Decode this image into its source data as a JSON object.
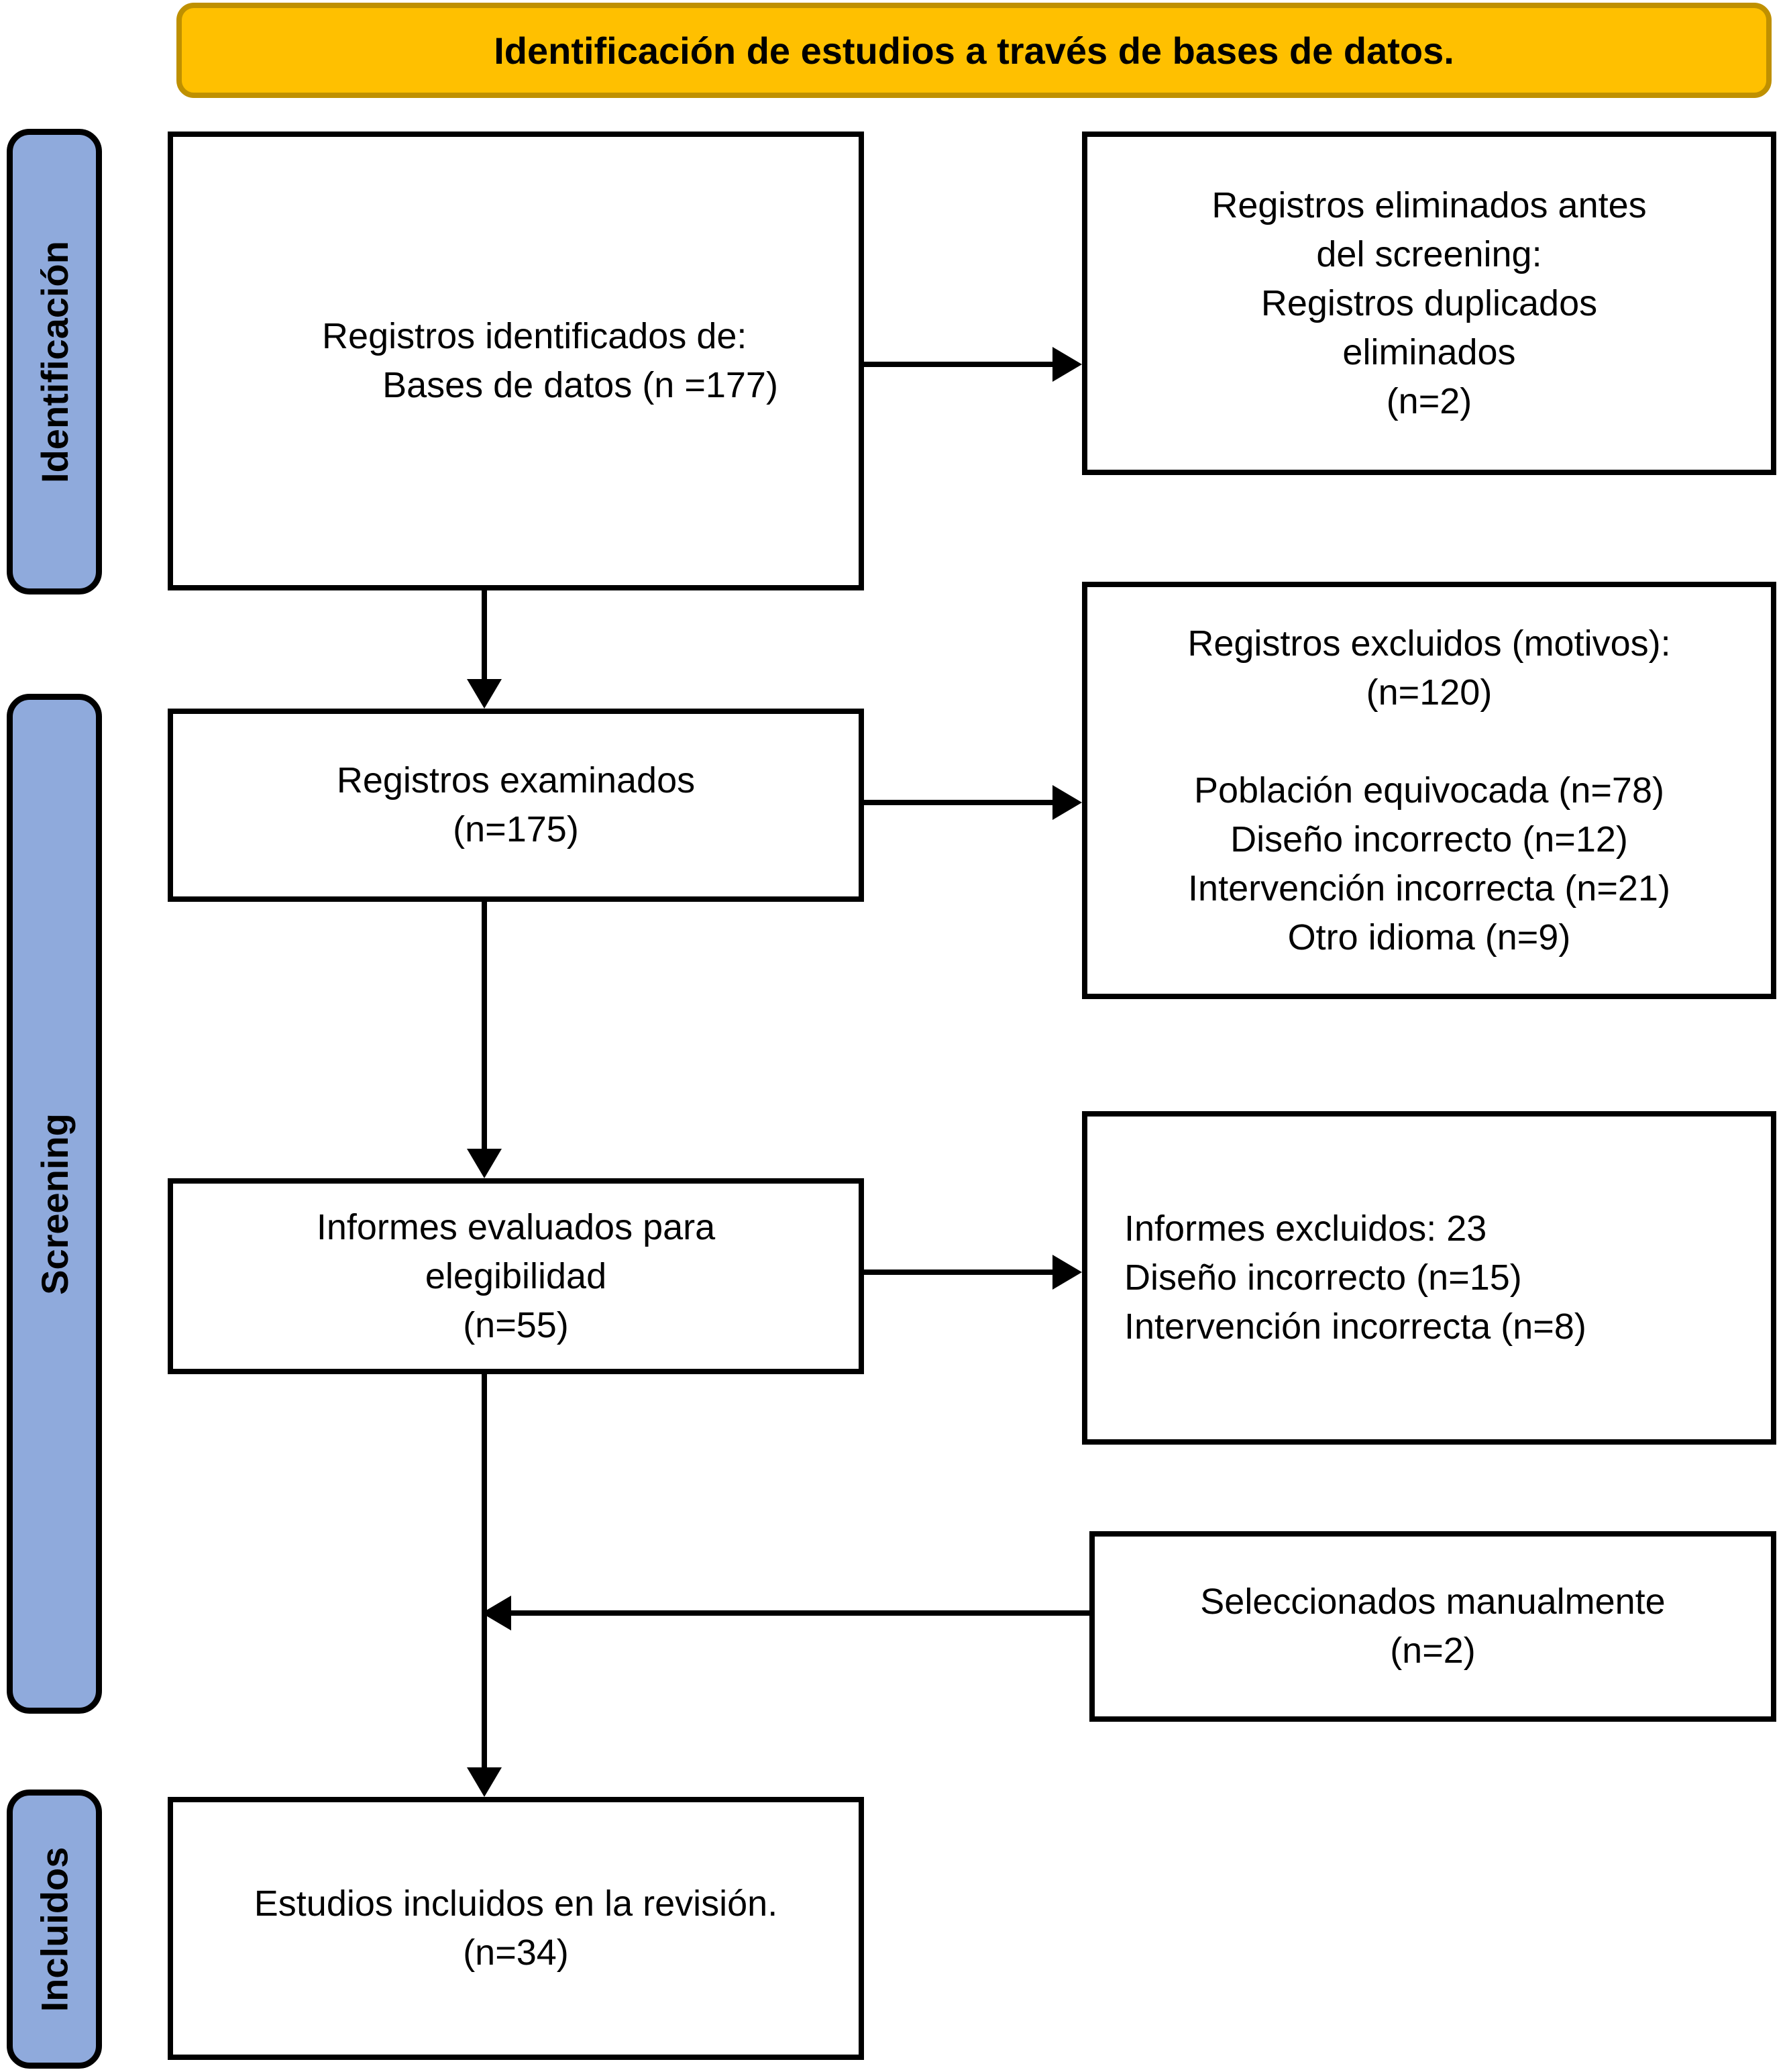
{
  "title": {
    "text": "Identificación de estudios a través de bases de datos."
  },
  "colors": {
    "header_fill": "#FFC000",
    "header_border": "#BF9000",
    "stage_fill": "#8FAADC",
    "box_border": "#000000"
  },
  "stages": [
    {
      "id": "identificacion",
      "label": "Identificación"
    },
    {
      "id": "screening",
      "label": "Screening"
    },
    {
      "id": "incluidos",
      "label": "Incluidos"
    }
  ],
  "boxes": {
    "identified": {
      "text": "Registros identificados de:\n      Bases de datos (n =177)"
    },
    "removed_before_screening": {
      "text": "Registros eliminados antes\ndel screening:\nRegistros duplicados\neliminados\n(n=2)"
    },
    "screened": {
      "text": "Registros examinados\n(n=175)"
    },
    "records_excluded": {
      "text": "Registros excluidos (motivos):\n(n=120)\n\nPoblación equivocada (n=78)\nDiseño incorrecto (n=12)\nIntervención incorrecta (n=21)\nOtro idioma (n=9)"
    },
    "assessed_for_eligibility": {
      "text": "Informes evaluados para\nelegibilidad\n(n=55)"
    },
    "reports_excluded": {
      "text": "Informes excluidos: 23\nDiseño incorrecto (n=15)\nIntervención incorrecta (n=8)"
    },
    "manually_selected": {
      "text": "Seleccionados manualmente\n(n=2)"
    },
    "included_in_review": {
      "text": "Estudios incluidos en la revisión.\n(n=34)"
    }
  }
}
